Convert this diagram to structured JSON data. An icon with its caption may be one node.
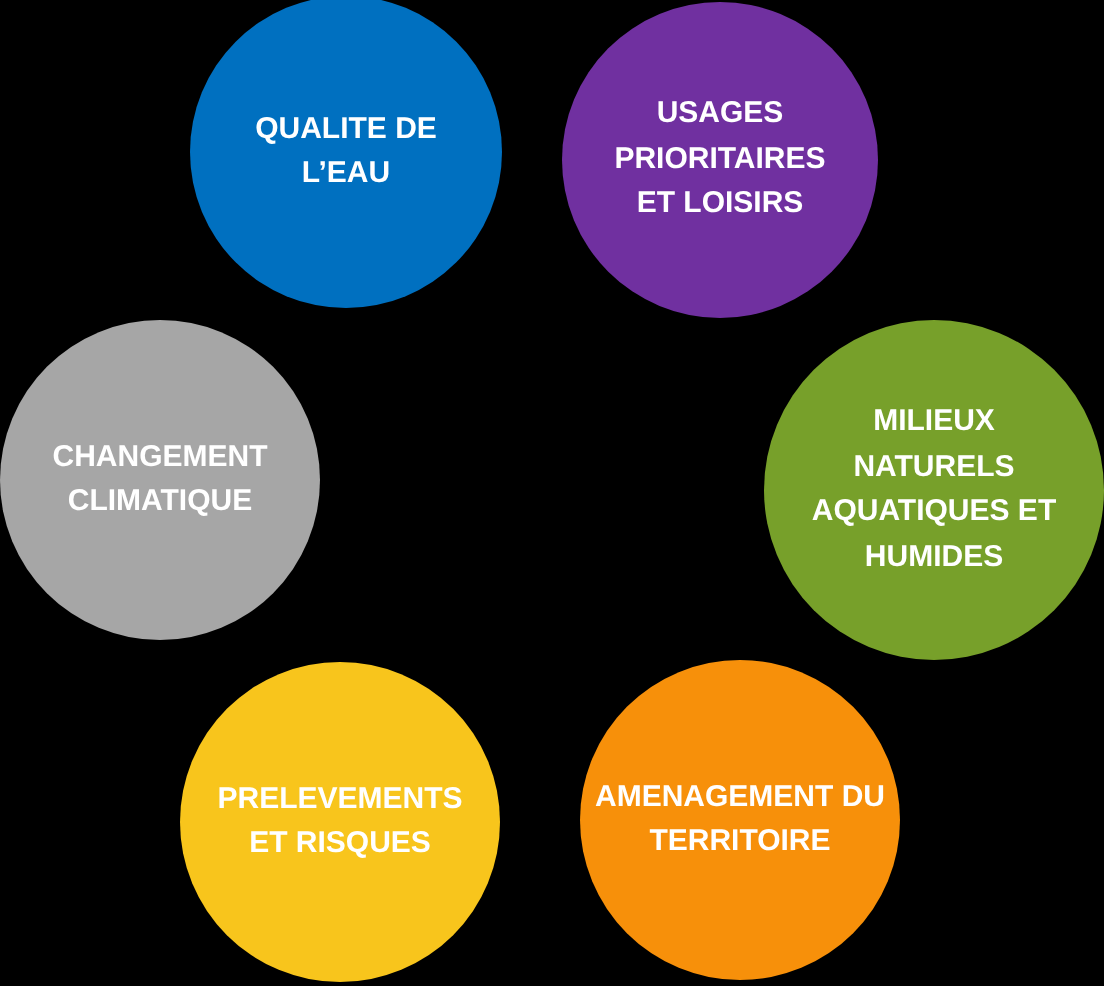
{
  "diagram": {
    "nodes": [
      {
        "text": [
          "QUALITE DE L’EAU"
        ]
      },
      {
        "text": [
          "USAGES PRIORITAIRES ET LOISIRS"
        ]
      },
      {
        "text": [
          "CHANGEMENT CLIMATIQUE"
        ]
      },
      {
        "text": [
          "MILIEUX NATURELS AQUATIQUES ET HUMIDES"
        ]
      },
      {
        "text": [
          "PRELEVEMENTS ET RISQUES"
        ]
      },
      {
        "text": [
          "AMENAGEMENT DU TERRITOIRE"
        ]
      }
    ]
  }
}
